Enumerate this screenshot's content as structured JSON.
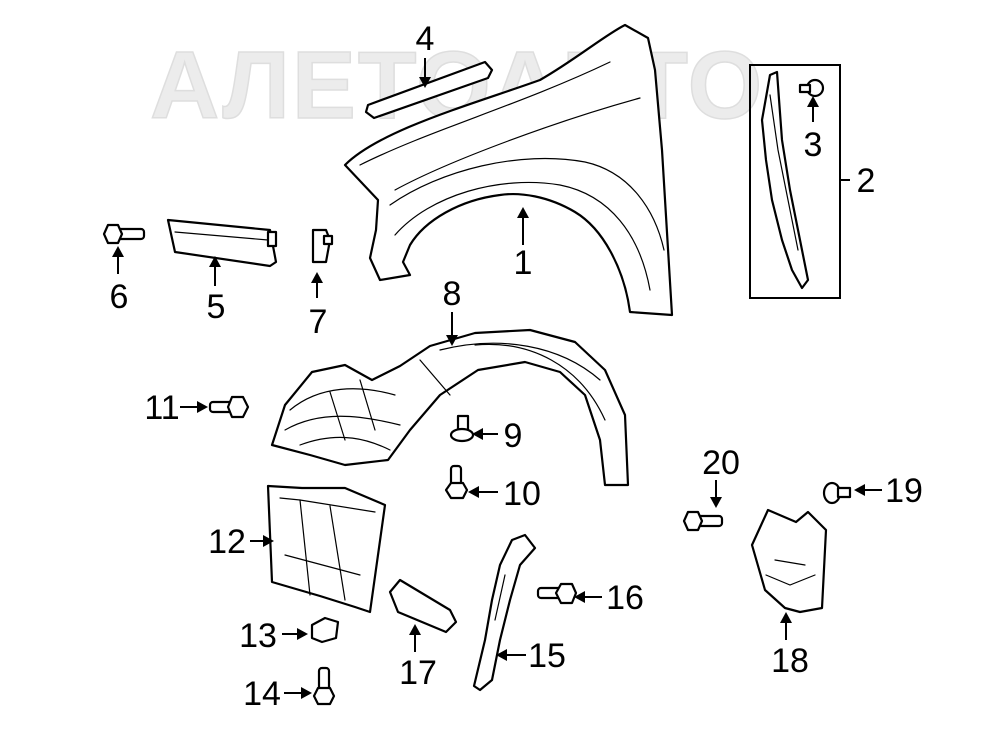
{
  "watermark": "АЛЕТОАВТО",
  "callouts": {
    "c1": "1",
    "c2": "2",
    "c3": "3",
    "c4": "4",
    "c5": "5",
    "c6": "6",
    "c7": "7",
    "c8": "8",
    "c9": "9",
    "c10": "10",
    "c11": "11",
    "c12": "12",
    "c13": "13",
    "c14": "14",
    "c15": "15",
    "c16": "16",
    "c17": "17",
    "c18": "18",
    "c19": "19",
    "c20": "20"
  }
}
